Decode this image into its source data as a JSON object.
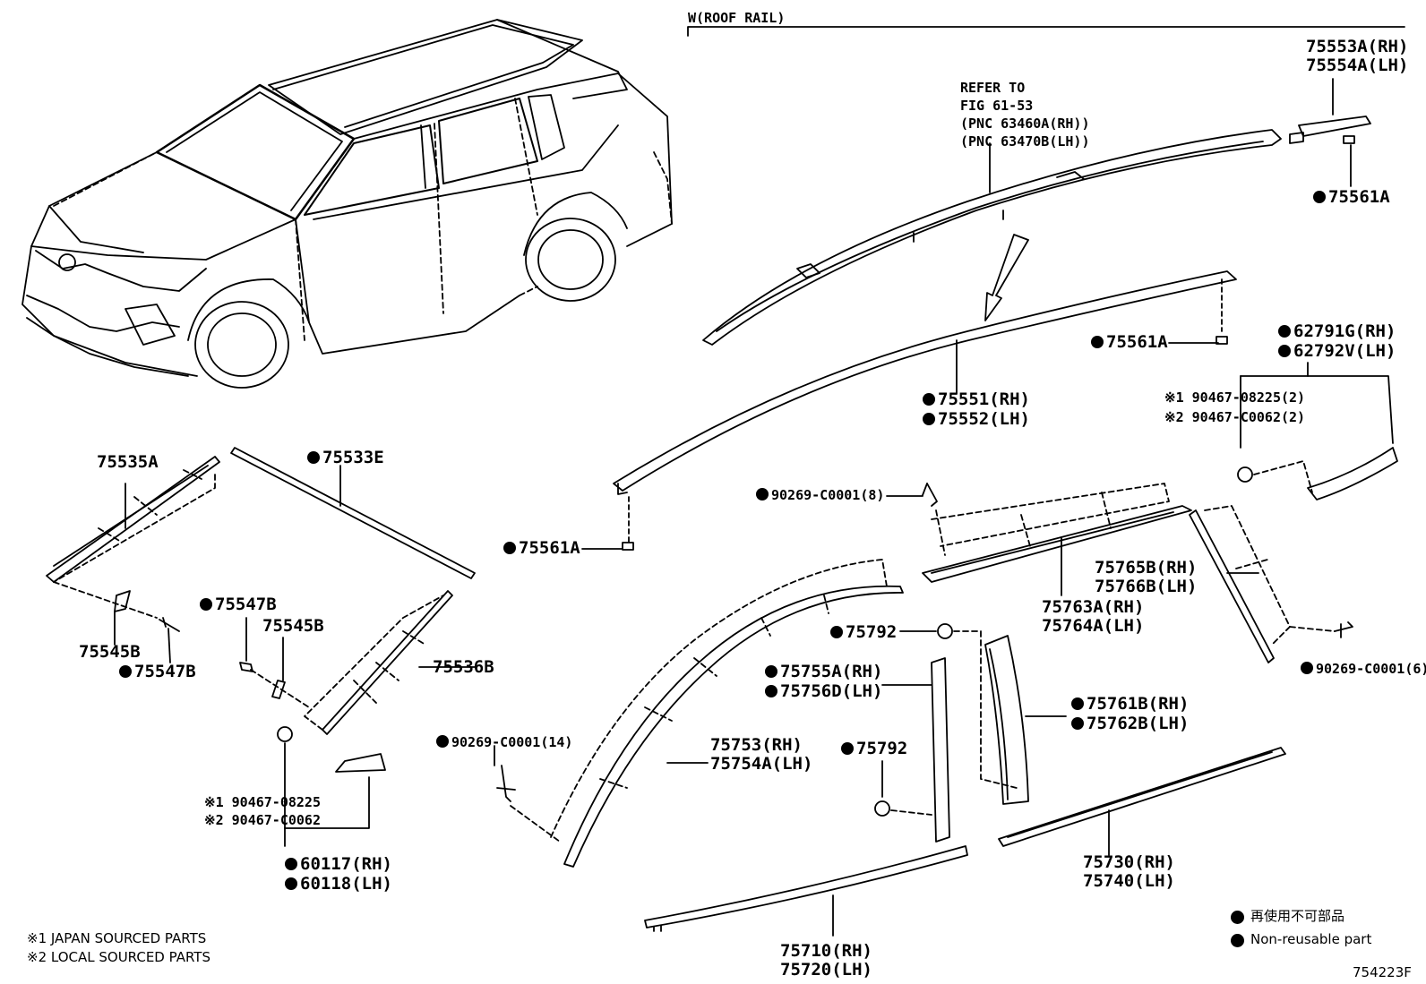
{
  "header": {
    "roof_rail": "W(ROOF RAIL)"
  },
  "refer": {
    "line1": "REFER TO",
    "line2": "FIG 61-53",
    "line3": "(PNC 63460A(RH))",
    "line4": "(PNC 63470B(LH))"
  },
  "parts": {
    "p75553A": "75553A(RH)",
    "p75554A": "75554A(LH)",
    "p75561A_top": "75561A",
    "p75561A_mid": "75561A",
    "p75561A_low": "75561A",
    "p62791G": "62791G(RH)",
    "p62792V": "62792V(LH)",
    "p90467_a1": "※1 90467-08225(2)",
    "p90467_a2": "※2 90467-C0062(2)",
    "p75551": "75551(RH)",
    "p75552": "75552(LH)",
    "p75535A": "75535A",
    "p75533E": "75533E",
    "p90269_8": "90269-C0001(8)",
    "p75765B": "75765B(RH)",
    "p75766B": "75766B(LH)",
    "p75763A": "75763A(RH)",
    "p75764A": "75764A(LH)",
    "p75547B_a": "75547B",
    "p75545B_a": "75545B",
    "p75536B": "75536B",
    "p75545B_b": "75545B",
    "p75547B_b": "75547B",
    "p75792_a": "75792",
    "p90269_6": "90269-C0001(6)",
    "p75755A": "75755A(RH)",
    "p75756D": "75756D(LH)",
    "p75761B": "75761B(RH)",
    "p75762B": "75762B(LH)",
    "p90269_14": "90269-C0001(14)",
    "p75753": "75753(RH)",
    "p75754A": "75754A(LH)",
    "p75792_b": "75792",
    "p90467_b1": "※1 90467-08225",
    "p90467_b2": "※2 90467-C0062",
    "p60117": "60117(RH)",
    "p60118": "60118(LH)",
    "p75730": "75730(RH)",
    "p75740": "75740(LH)",
    "p75710": "75710(RH)",
    "p75720": "75720(LH)"
  },
  "notes": {
    "japan": "※1 JAPAN SOURCED PARTS",
    "local": "※2 LOCAL SOURCED PARTS"
  },
  "legend": {
    "jp": "再使用不可部品",
    "en": "Non-reusable part"
  },
  "figure_id": "754223F"
}
